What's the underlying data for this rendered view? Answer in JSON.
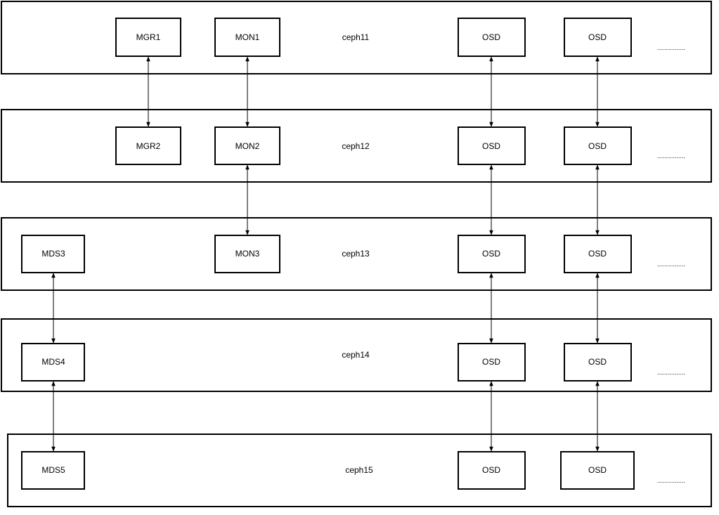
{
  "diagram": {
    "hosts": [
      {
        "name": "ceph11",
        "nodes": {
          "mgr": "MGR1",
          "mon": "MON1",
          "mds": "",
          "osd_a": "OSD",
          "osd_b": "OSD"
        },
        "ellipsis": "................"
      },
      {
        "name": "ceph12",
        "nodes": {
          "mgr": "MGR2",
          "mon": "MON2",
          "mds": "",
          "osd_a": "OSD",
          "osd_b": "OSD"
        },
        "ellipsis": "................"
      },
      {
        "name": "ceph13",
        "nodes": {
          "mgr": "",
          "mon": "MON3",
          "mds": "MDS3",
          "osd_a": "OSD",
          "osd_b": "OSD"
        },
        "ellipsis": "................"
      },
      {
        "name": "ceph14",
        "nodes": {
          "mgr": "",
          "mon": "",
          "mds": "MDS4",
          "osd_a": "OSD",
          "osd_b": "OSD"
        },
        "ellipsis": "................"
      },
      {
        "name": "ceph15",
        "nodes": {
          "mgr": "",
          "mon": "",
          "mds": "MDS5",
          "osd_a": "OSD",
          "osd_b": "OSD"
        },
        "ellipsis": "................"
      }
    ],
    "connections": [
      {
        "from": "MGR1",
        "to": "MGR2"
      },
      {
        "from": "MON1",
        "to": "MON2"
      },
      {
        "from": "MON2",
        "to": "MON3"
      },
      {
        "from": "MDS3",
        "to": "MDS4"
      },
      {
        "from": "MDS4",
        "to": "MDS5"
      },
      {
        "from": "ceph11 OSD",
        "to": "ceph12 OSD"
      },
      {
        "from": "ceph12 OSD",
        "to": "ceph13 OSD"
      },
      {
        "from": "ceph13 OSD",
        "to": "ceph14 OSD"
      },
      {
        "from": "ceph14 OSD",
        "to": "ceph15 OSD"
      }
    ]
  }
}
